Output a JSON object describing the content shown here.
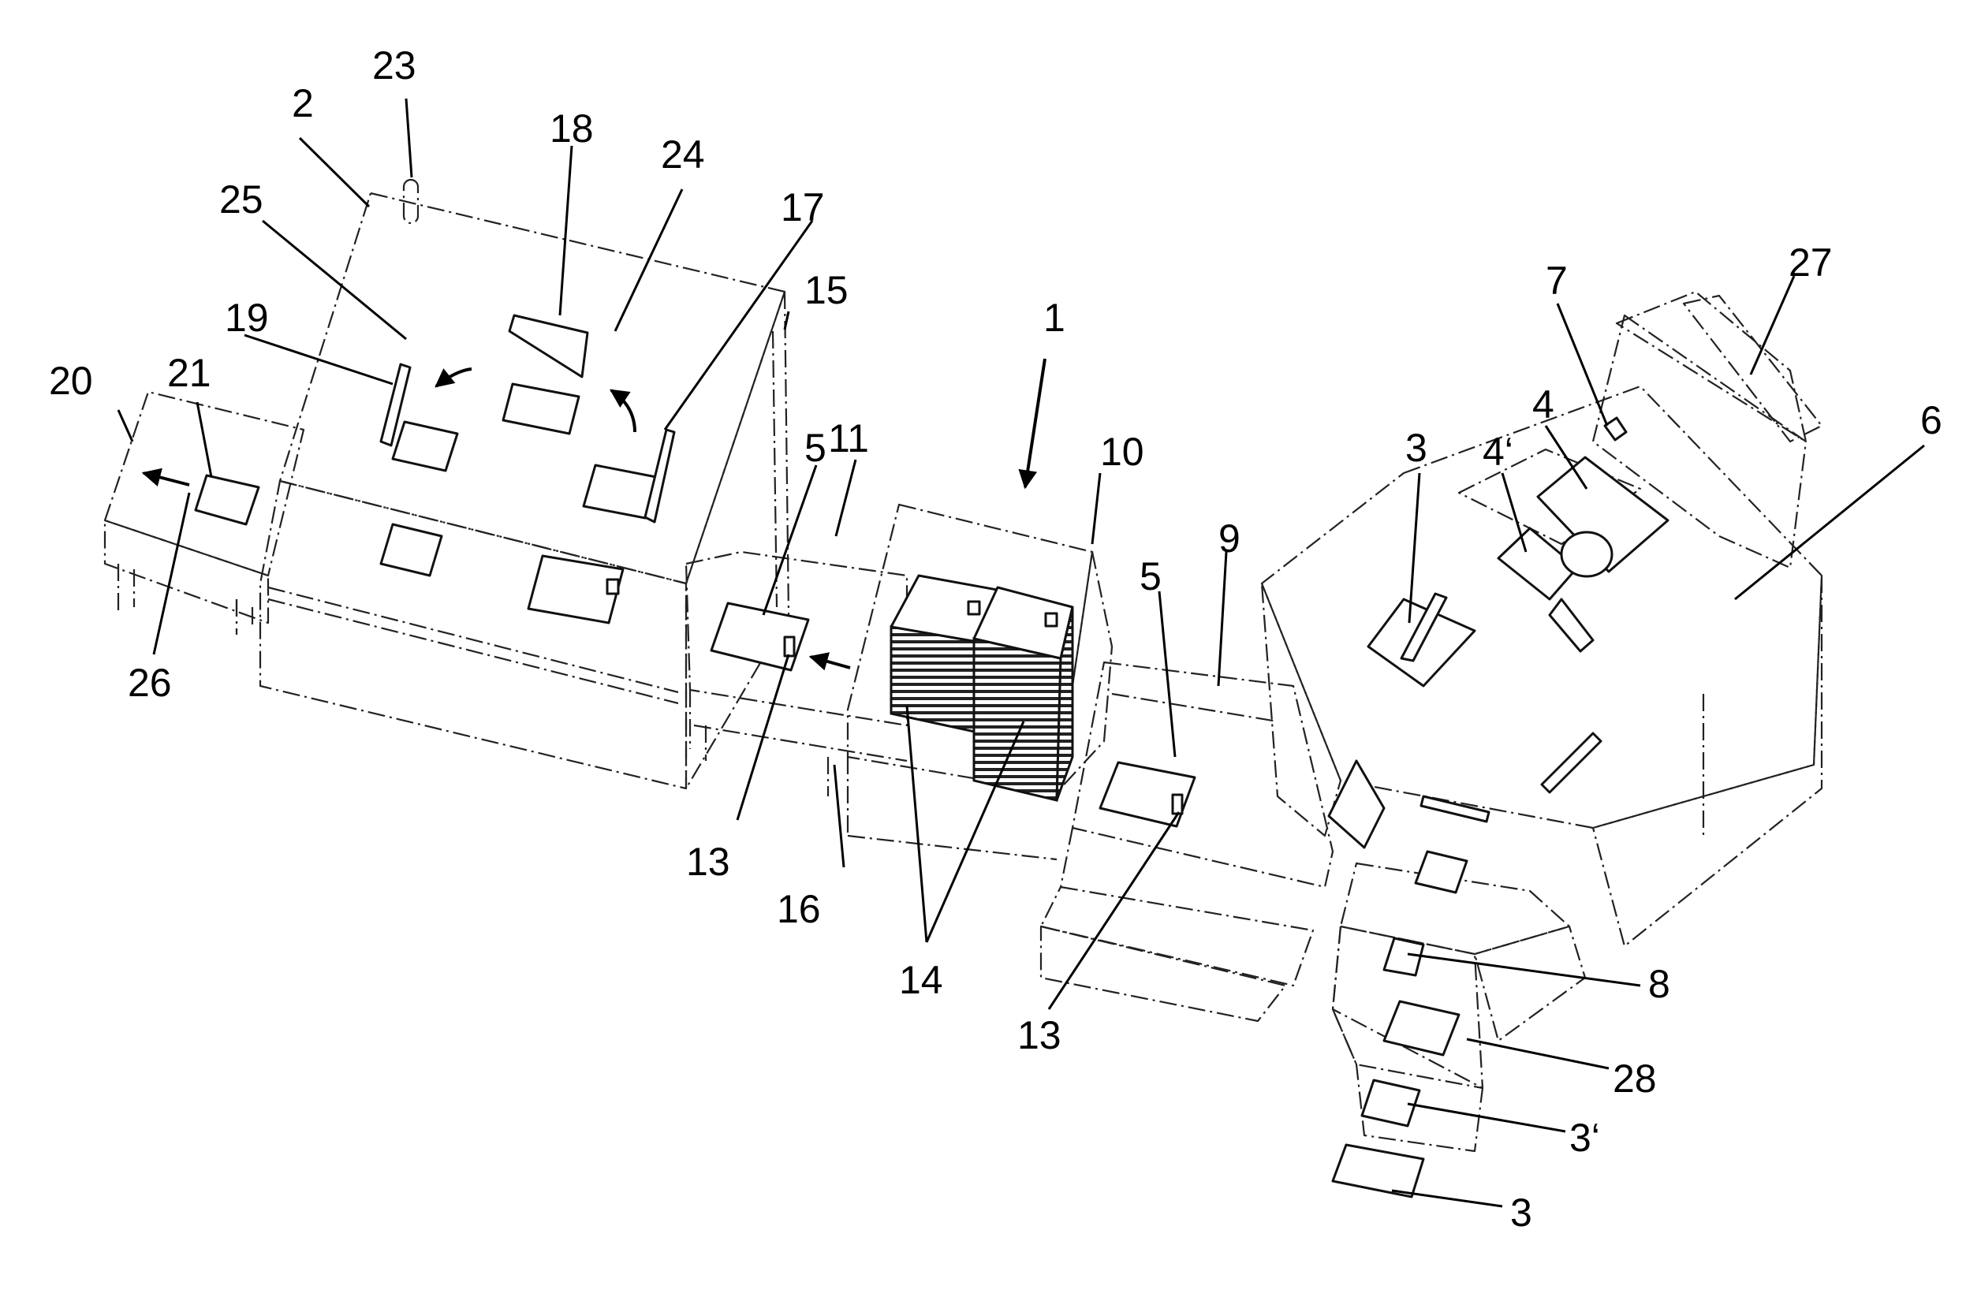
{
  "labels": {
    "l1": "1",
    "l2": "2",
    "l3a": "3",
    "l3b": "3",
    "l3prime": "3‘",
    "l4": "4",
    "l4prime": "4‘",
    "l5a": "5",
    "l5b": "5",
    "l6": "6",
    "l7": "7",
    "l8": "8",
    "l9": "9",
    "l10": "10",
    "l11": "11",
    "l13a": "13",
    "l13b": "13",
    "l14": "14",
    "l15": "15",
    "l16": "16",
    "l17": "17",
    "l18": "18",
    "l19": "19",
    "l20": "20",
    "l21": "21",
    "l23": "23",
    "l24": "24",
    "l25": "25",
    "l26": "26",
    "l27": "27",
    "l28": "28"
  }
}
